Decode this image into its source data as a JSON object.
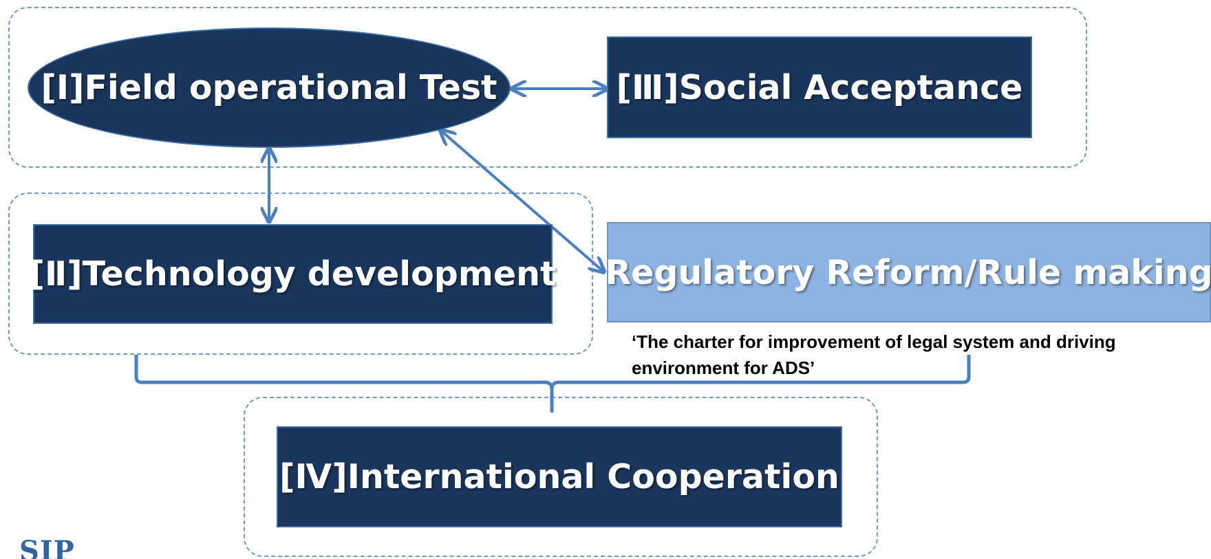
{
  "diagram": {
    "nodes": {
      "field_test": "[Ⅰ]Field operational Test",
      "social_acceptance": "[Ⅲ]Social Acceptance",
      "technology_development": "[Ⅱ]Technology development",
      "regulatory_reform": "Regulatory Reform/Rule making",
      "international_cooperation": "[Ⅳ]International Cooperation"
    },
    "charter_note": "‘The charter for improvement of legal system and driving environment for ADS’",
    "logo_text": "SIP"
  },
  "colors": {
    "node_dark": "#1a365d",
    "node_light": "#8db3e2",
    "connector": "#4a7fc1",
    "frame_border": "#6f97c8"
  }
}
